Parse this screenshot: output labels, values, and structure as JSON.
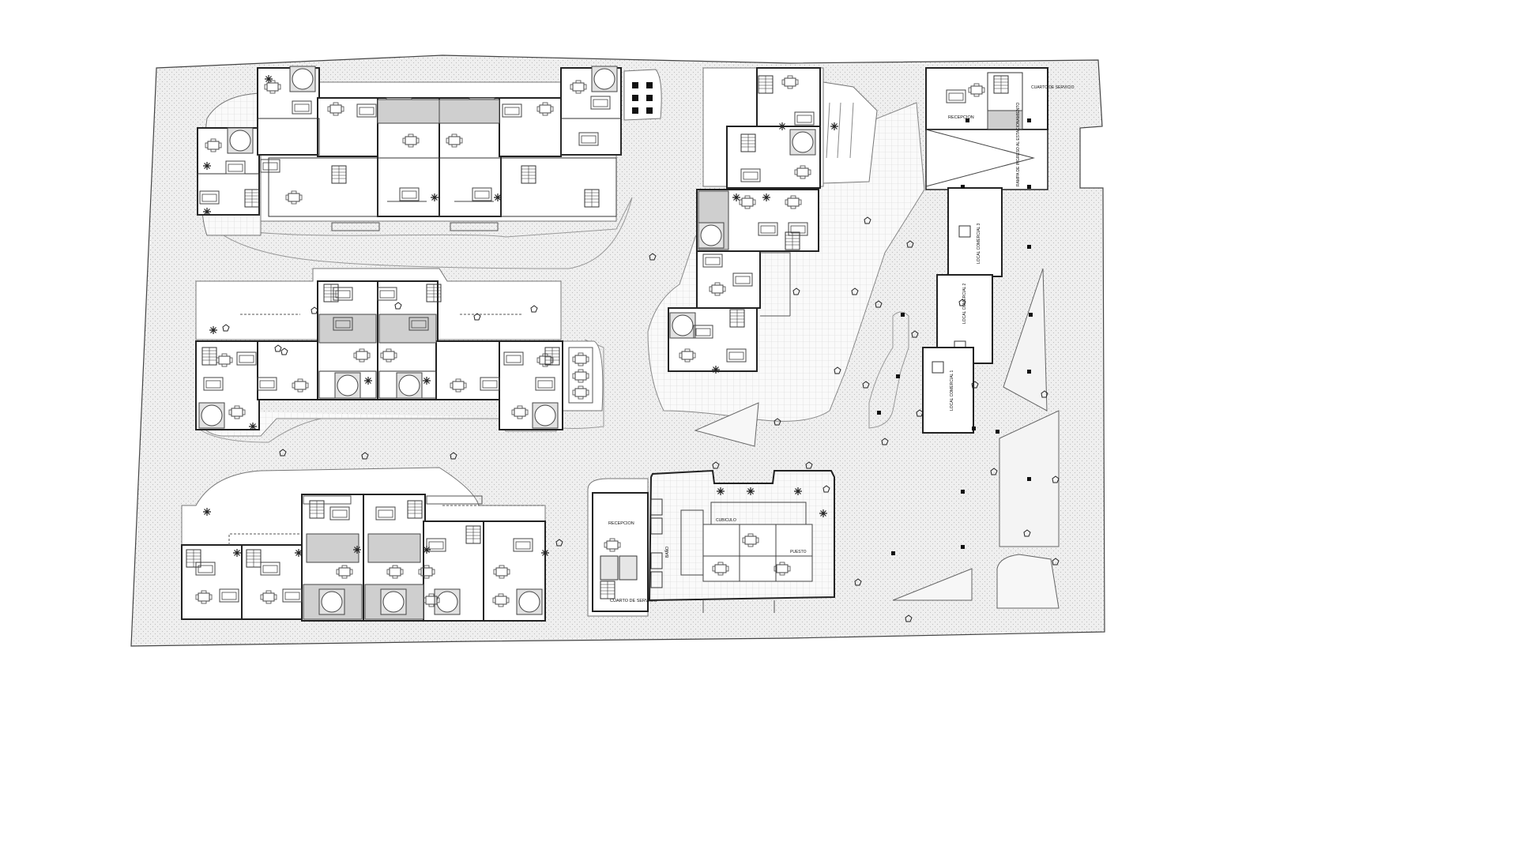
{
  "labels": {
    "recepcion_top": "RECEPCION",
    "cuarto_servicio_top": "CUARTO DE SERVICIO",
    "rampa": "RAMPA DE INGRESO AL ESTACIONAMIENTO",
    "local_3": "LOCAL COMERCIAL 3",
    "local_2": "LOCAL COMERCIAL 2",
    "local_1": "LOCAL COMERCIAL 1",
    "recepcion_bottom": "RECEPCION",
    "cuarto_servicio_bottom": "CUARTO DE SERVICIO",
    "bano": "BAÑO",
    "cubiculo": "CUBICULO",
    "puesto": "PUESTO"
  }
}
